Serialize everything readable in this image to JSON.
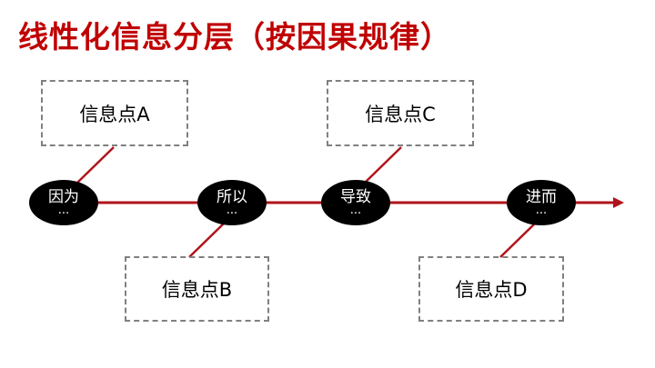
{
  "title": "线性化信息分层（按因果规律）",
  "colors": {
    "accent": "#c00000",
    "line": "#b0141c",
    "node": "#000000",
    "box_border": "#808080"
  },
  "nodes": [
    {
      "label": "因为",
      "sub": "..."
    },
    {
      "label": "所以",
      "sub": "..."
    },
    {
      "label": "导致",
      "sub": "..."
    },
    {
      "label": "进而",
      "sub": "..."
    }
  ],
  "boxes": [
    {
      "label": "信息点A"
    },
    {
      "label": "信息点B"
    },
    {
      "label": "信息点C"
    },
    {
      "label": "信息点D"
    }
  ]
}
